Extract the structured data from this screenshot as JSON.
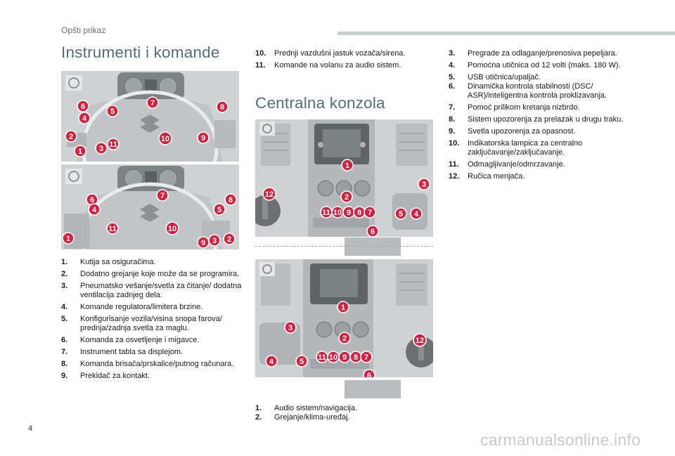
{
  "section_header": "Opšti prikaz",
  "page_number": "4",
  "watermark": "carmanualsonline.info",
  "section1": {
    "title": "Instrumenti i komande",
    "items": [
      {
        "num": "1.",
        "text": "Kutija sa osiguračima."
      },
      {
        "num": "2.",
        "text": "Dodatno grejanje koje može da se programira."
      },
      {
        "num": "3.",
        "text": "Pneumatsko vešanje/svetla za čitanje/ dodatna ventilacija zadnjeg dela."
      },
      {
        "num": "4.",
        "text": "Komande regulatora/limitera brzine."
      },
      {
        "num": "5.",
        "text": "Konfigurisanje vozila/visina snopa farova/ prednja/zadnja svetla za maglu."
      },
      {
        "num": "6.",
        "text": "Komanda za osvetljenje i migavce."
      },
      {
        "num": "7.",
        "text": "Instrument tabla sa displejom."
      },
      {
        "num": "8.",
        "text": "Komanda brisača/prskalice/putnog računara."
      },
      {
        "num": "9.",
        "text": "Prekidač za kontakt."
      },
      {
        "num": "10.",
        "text": "Prednji vazdušni jastuk vozača/sirena."
      },
      {
        "num": "11.",
        "text": "Komande na volanu za audio sistem."
      }
    ]
  },
  "section2": {
    "title": "Centralna konzola",
    "items": [
      {
        "num": "1.",
        "text": "Audio sistem/navigacija."
      },
      {
        "num": "2.",
        "text": "Grejanje/klima-uređaj."
      },
      {
        "num": "3.",
        "text": "Pregrade za odlaganje/prenosiva pepeljara."
      },
      {
        "num": "4.",
        "text": "Pomoćna utičnica od 12 volti (maks. 180 W)."
      },
      {
        "num": "5.",
        "text": "USB utičnica/upaljač."
      },
      {
        "num": "6.",
        "text": "Dinamička kontrola stabilnosti (DSC/ ASR)/inteligentna kontrola proklizavanja."
      },
      {
        "num": "7.",
        "text": "Pomoć prilikom kretanja nizbrdo."
      },
      {
        "num": "8.",
        "text": "Sistem upozorenja za prelazak u drugu traku."
      },
      {
        "num": "9.",
        "text": "Svetla upozorenja za opasnost."
      },
      {
        "num": "10.",
        "text": "Indikatorska lampica za centralno zaključavanje/zaključavanje."
      },
      {
        "num": "11.",
        "text": "Odmagljivanje/odmrzavanje."
      },
      {
        "num": "12.",
        "text": "Ručica menjača."
      }
    ]
  },
  "photo_callouts": {
    "dash_top": [
      "6",
      "5",
      "7",
      "8",
      "4",
      "2",
      "10",
      "9",
      "1",
      "3",
      "11"
    ],
    "dash_bottom": [
      "7",
      "6",
      "8",
      "4",
      "5",
      "11",
      "10",
      "1",
      "9",
      "3",
      "2"
    ],
    "console_top": [
      "1",
      "12",
      "2",
      "3",
      "11",
      "10",
      "9",
      "8",
      "7",
      "5",
      "4",
      "6"
    ],
    "console_bottom": [
      "1",
      "3",
      "2",
      "12",
      "11",
      "10",
      "9",
      "8",
      "7",
      "4",
      "5",
      "6"
    ]
  },
  "colors": {
    "accent": "#d5203f",
    "title": "#4f6d7b",
    "photo_bg": "#cfd2d3"
  }
}
